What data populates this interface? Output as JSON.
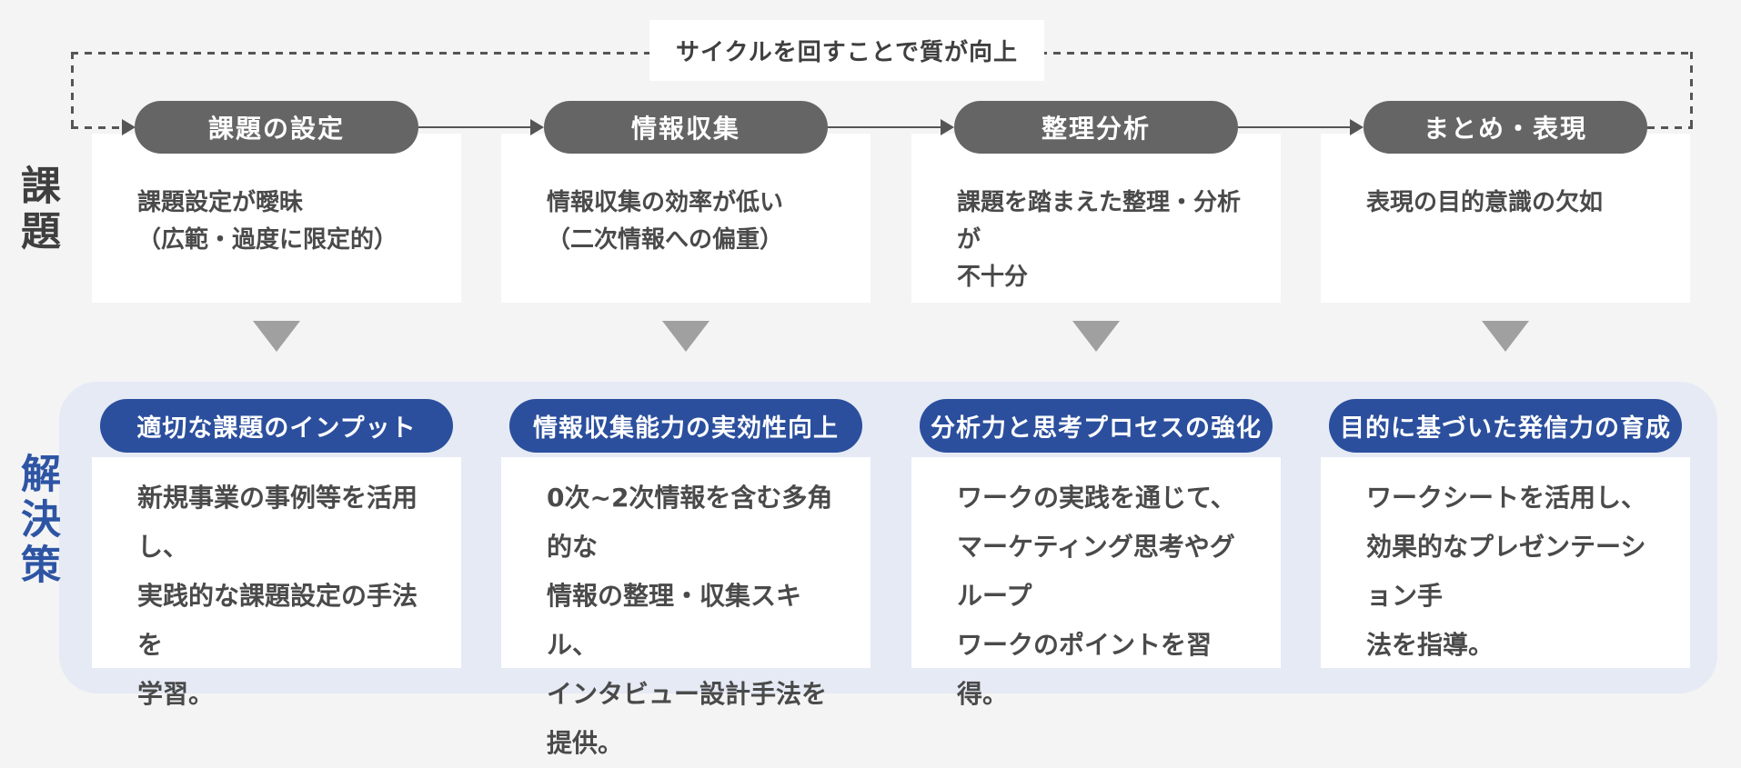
{
  "cycle_label": "サイクルを回すことで質が向上",
  "row_labels": {
    "problem": "課題",
    "solution": "解決策"
  },
  "columns": [
    {
      "stage": "課題の設定",
      "problem_lines": [
        "課題設定が曖昧",
        "（広範・過度に限定的）"
      ],
      "solution_title": "適切な課題のインプット",
      "solution_lines": [
        "新規事業の事例等を活用し、",
        "実践的な課題設定の手法を",
        "学習。"
      ]
    },
    {
      "stage": "情報収集",
      "problem_lines": [
        "情報収集の効率が低い",
        "（二次情報への偏重）"
      ],
      "solution_title": "情報収集能力の実効性向上",
      "solution_lines": [
        "0次~2次情報を含む多角的な",
        "情報の整理・収集スキル、",
        "インタビュー設計手法を提供。"
      ]
    },
    {
      "stage": "整理分析",
      "problem_lines": [
        "課題を踏まえた整理・分析が",
        "不十分"
      ],
      "solution_title": "分析力と思考プロセスの強化",
      "solution_lines": [
        "ワークの実践を通じて、",
        "マーケティング思考やグループ",
        "ワークのポイントを習得。"
      ]
    },
    {
      "stage": "まとめ・表現",
      "problem_lines": [
        "表現の目的意識の欠如"
      ],
      "solution_title": "目的に基づいた発信力の育成",
      "solution_lines": [
        "ワークシートを活用し、",
        "効果的なプレゼンテーション手",
        "法を指導。"
      ]
    }
  ],
  "colors": {
    "bg": "#f4f4f5",
    "panel": "#ffffff",
    "stage_gray": "#656565",
    "brand_blue": "#2b4f9d",
    "label_blue": "#2e55a4",
    "light_blue": "#e5eaf5",
    "triangle_gray": "#a0a0a0",
    "line_gray": "#555555",
    "text_dark": "#3f3f3f",
    "text_body": "#4a4a4a"
  }
}
